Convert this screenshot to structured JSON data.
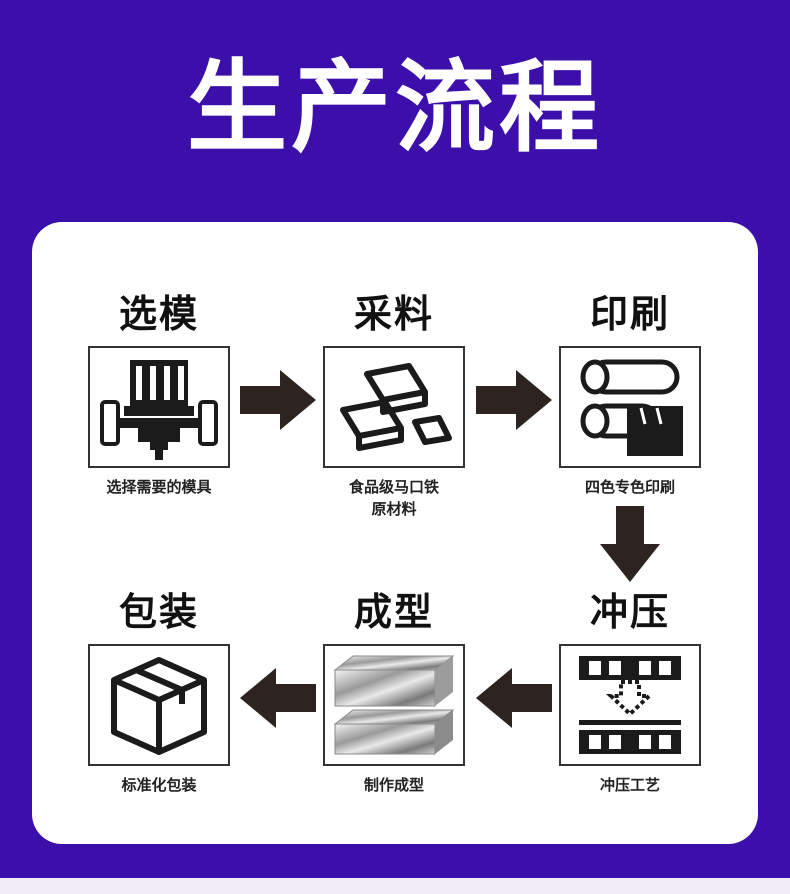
{
  "page": {
    "title": "生产流程"
  },
  "steps": [
    {
      "title": "选模",
      "caption": "选择需要的模具",
      "icon": "mold-machine-icon"
    },
    {
      "title": "采料",
      "caption": "食品级马口铁\n原材料",
      "icon": "metal-ingots-icon"
    },
    {
      "title": "印刷",
      "caption": "四色专色印刷",
      "icon": "printing-rollers-icon"
    },
    {
      "title": "冲压",
      "caption": "冲压工艺",
      "icon": "stamping-press-icon"
    },
    {
      "title": "成型",
      "caption": "制作成型",
      "icon": "metal-sheets-icon"
    },
    {
      "title": "包装",
      "caption": "标准化包装",
      "icon": "box-package-icon"
    }
  ],
  "colors": {
    "background": "#3c0fab",
    "card": "#ffffff",
    "arrow": "#2d2422",
    "text": "#111111"
  }
}
